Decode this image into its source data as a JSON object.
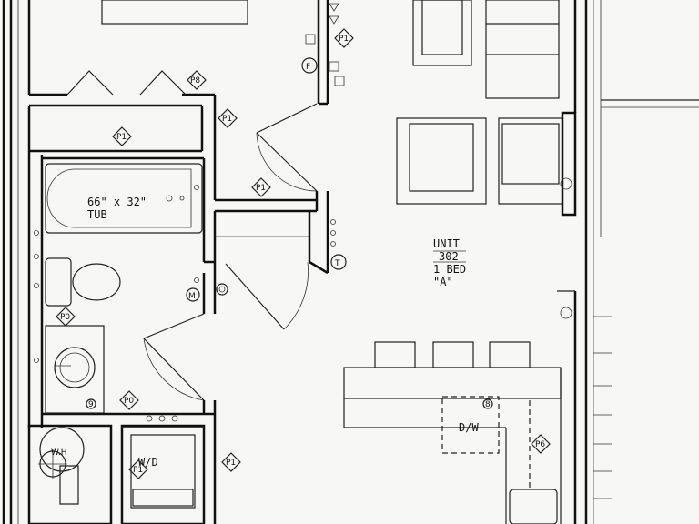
{
  "unit": {
    "label": "UNIT",
    "number": "302",
    "beds": "1 BED",
    "type": "\"A\""
  },
  "tub": {
    "size": "66\" x 32\"",
    "label": "TUB"
  },
  "appliances": {
    "washer_dryer": "W/D",
    "dishwasher": "D/W",
    "water_heater": "W.H"
  },
  "tags": {
    "p1": "P1",
    "p8": "P8",
    "p0": "P0",
    "p6": "P6",
    "f": "F",
    "t": "T",
    "m": "M",
    "n8": "8",
    "n9": "9"
  },
  "colors": {
    "line": "#111111",
    "paper": "#f7f7f5"
  }
}
